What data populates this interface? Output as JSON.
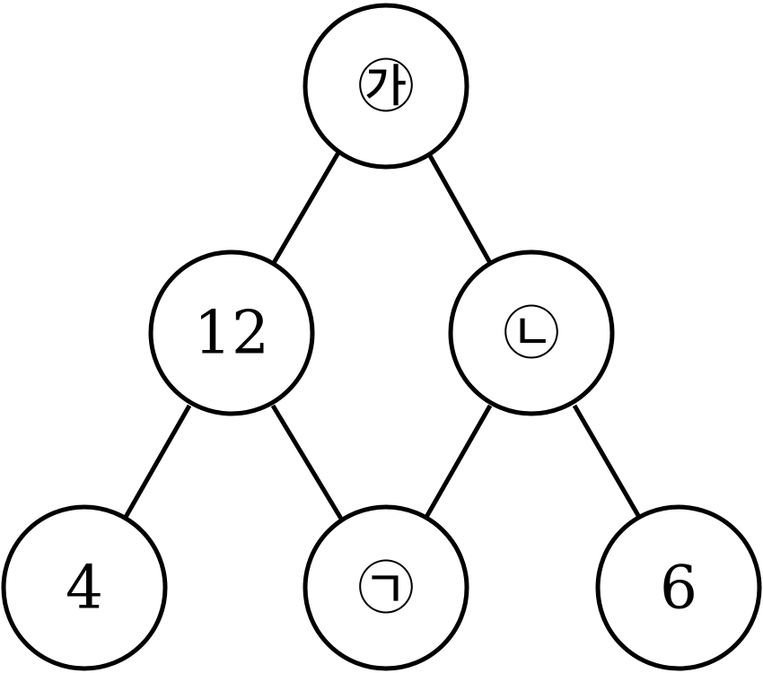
{
  "diagram": {
    "type": "tree",
    "colors": {
      "stroke": "#000000",
      "fill": "#ffffff",
      "text": "#000000"
    },
    "nodes": {
      "top": {
        "label": "㉮"
      },
      "mid_left": {
        "label": "12"
      },
      "mid_right": {
        "label": "㉡"
      },
      "bottom_left": {
        "label": "4"
      },
      "bottom_middle": {
        "label": "㉠"
      },
      "bottom_right": {
        "label": "6"
      }
    },
    "edges": [
      [
        "top",
        "mid_left"
      ],
      [
        "top",
        "mid_right"
      ],
      [
        "mid_left",
        "bottom_left"
      ],
      [
        "mid_left",
        "bottom_middle"
      ],
      [
        "mid_right",
        "bottom_middle"
      ],
      [
        "mid_right",
        "bottom_right"
      ]
    ]
  }
}
